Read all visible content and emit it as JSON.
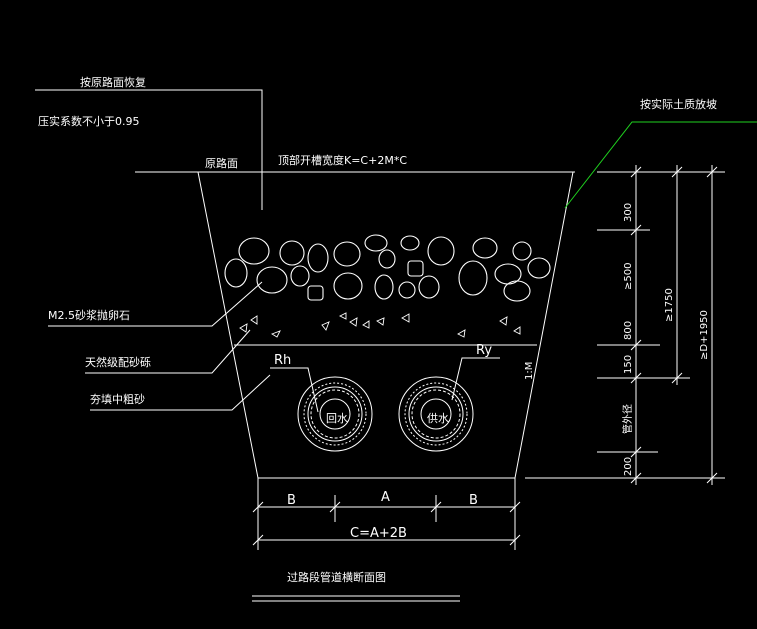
{
  "labels": {
    "restore_road": "按原路面恢复",
    "compaction": "压实系数不小于0.95",
    "original_road": "原路面",
    "top_width": "顶部开槽宽度K=C+2M*C",
    "slope_by_soil": "按实际土质放坡",
    "mortar_stone": "M2.5砂浆抛卵石",
    "natural_sand_gravel": "天然级配砂砾",
    "medium_coarse_sand": "夯填中粗砂",
    "rh": "Rh",
    "ry": "Ry",
    "pipe_return": "回水",
    "pipe_supply": "供水",
    "slope_ratio": "1:M",
    "dim_b_left": "B",
    "dim_a": "A",
    "dim_b_right": "B",
    "dim_c": "C=A+2B",
    "dim_300": "300",
    "dim_500": "≥500",
    "dim_800": "800",
    "dim_150": "150",
    "dim_pipe_od": "管外径",
    "dim_200": "200",
    "dim_1750": "≥1750",
    "dim_total": "≥D+1950",
    "caption": "过路段管道横断面图"
  },
  "colors": {
    "background": "#000000",
    "line": "#ffffff",
    "leader_green": "#1fd21f"
  }
}
